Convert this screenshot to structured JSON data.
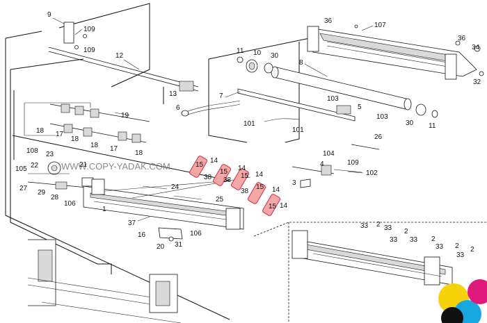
{
  "watermark": "WWW.COPY-YADAK.COM",
  "callouts": [
    {
      "id": "c9",
      "text": "9"
    },
    {
      "id": "c109a",
      "text": "109"
    },
    {
      "id": "c109b",
      "text": "109"
    },
    {
      "id": "c12",
      "text": "12"
    },
    {
      "id": "c13",
      "text": "13"
    },
    {
      "id": "c11a",
      "text": "11"
    },
    {
      "id": "c10",
      "text": "10"
    },
    {
      "id": "c30a",
      "text": "30"
    },
    {
      "id": "c8",
      "text": "8"
    },
    {
      "id": "c36a",
      "text": "36"
    },
    {
      "id": "c107",
      "text": "107"
    },
    {
      "id": "c36b",
      "text": "36"
    },
    {
      "id": "c34",
      "text": "34"
    },
    {
      "id": "c32",
      "text": "32"
    },
    {
      "id": "c7",
      "text": "7"
    },
    {
      "id": "c103a",
      "text": "103"
    },
    {
      "id": "c5",
      "text": "5"
    },
    {
      "id": "c103b",
      "text": "103"
    },
    {
      "id": "c6",
      "text": "6"
    },
    {
      "id": "c101a",
      "text": "101"
    },
    {
      "id": "c101b",
      "text": "101"
    },
    {
      "id": "c30b",
      "text": "30"
    },
    {
      "id": "c11b",
      "text": "11"
    },
    {
      "id": "c19",
      "text": "19"
    },
    {
      "id": "c18a",
      "text": "18"
    },
    {
      "id": "c17a",
      "text": "17"
    },
    {
      "id": "c18b",
      "text": "18"
    },
    {
      "id": "c18c",
      "text": "18"
    },
    {
      "id": "c17b",
      "text": "17"
    },
    {
      "id": "c18d",
      "text": "18"
    },
    {
      "id": "c26",
      "text": "26"
    },
    {
      "id": "c104",
      "text": "104"
    },
    {
      "id": "c108",
      "text": "108"
    },
    {
      "id": "c23",
      "text": "23"
    },
    {
      "id": "c22",
      "text": "22"
    },
    {
      "id": "c21",
      "text": "21"
    },
    {
      "id": "c105",
      "text": "105"
    },
    {
      "id": "c27",
      "text": "27"
    },
    {
      "id": "c29",
      "text": "29"
    },
    {
      "id": "c28",
      "text": "28"
    },
    {
      "id": "c106a",
      "text": "106"
    },
    {
      "id": "c15a",
      "text": "15"
    },
    {
      "id": "c14a",
      "text": "14"
    },
    {
      "id": "c38a",
      "text": "38"
    },
    {
      "id": "c15b",
      "text": "15"
    },
    {
      "id": "c14b",
      "text": "14"
    },
    {
      "id": "c38b",
      "text": "38"
    },
    {
      "id": "c15c",
      "text": "15"
    },
    {
      "id": "c14c",
      "text": "14"
    },
    {
      "id": "c38c",
      "text": "38"
    },
    {
      "id": "c15d",
      "text": "15"
    },
    {
      "id": "c14d",
      "text": "14"
    },
    {
      "id": "c15e",
      "text": "15"
    },
    {
      "id": "c14e",
      "text": "14"
    },
    {
      "id": "c4",
      "text": "4"
    },
    {
      "id": "c109c",
      "text": "109"
    },
    {
      "id": "c102",
      "text": "102"
    },
    {
      "id": "c3",
      "text": "3"
    },
    {
      "id": "c24",
      "text": "24"
    },
    {
      "id": "c25",
      "text": "25"
    },
    {
      "id": "c1",
      "text": "1"
    },
    {
      "id": "c37",
      "text": "37"
    },
    {
      "id": "c16",
      "text": "16"
    },
    {
      "id": "c106b",
      "text": "106"
    },
    {
      "id": "c20",
      "text": "20"
    },
    {
      "id": "c31",
      "text": "31"
    },
    {
      "id": "c33a",
      "text": "33"
    },
    {
      "id": "c2a",
      "text": "2"
    },
    {
      "id": "c33b",
      "text": "33"
    },
    {
      "id": "c2b",
      "text": "2"
    },
    {
      "id": "c33c",
      "text": "33"
    },
    {
      "id": "c2c",
      "text": "2"
    },
    {
      "id": "c33d",
      "text": "33"
    },
    {
      "id": "c2d",
      "text": "2"
    },
    {
      "id": "c33e",
      "text": "33"
    },
    {
      "id": "c2e",
      "text": "2"
    },
    {
      "id": "c33f",
      "text": "33"
    }
  ],
  "colors": {
    "highlight": "#f3a3a3",
    "logo_yellow": "#f5d20a",
    "logo_cyan": "#18a7e0",
    "logo_magenta": "#e0197d",
    "logo_black": "#111111"
  }
}
